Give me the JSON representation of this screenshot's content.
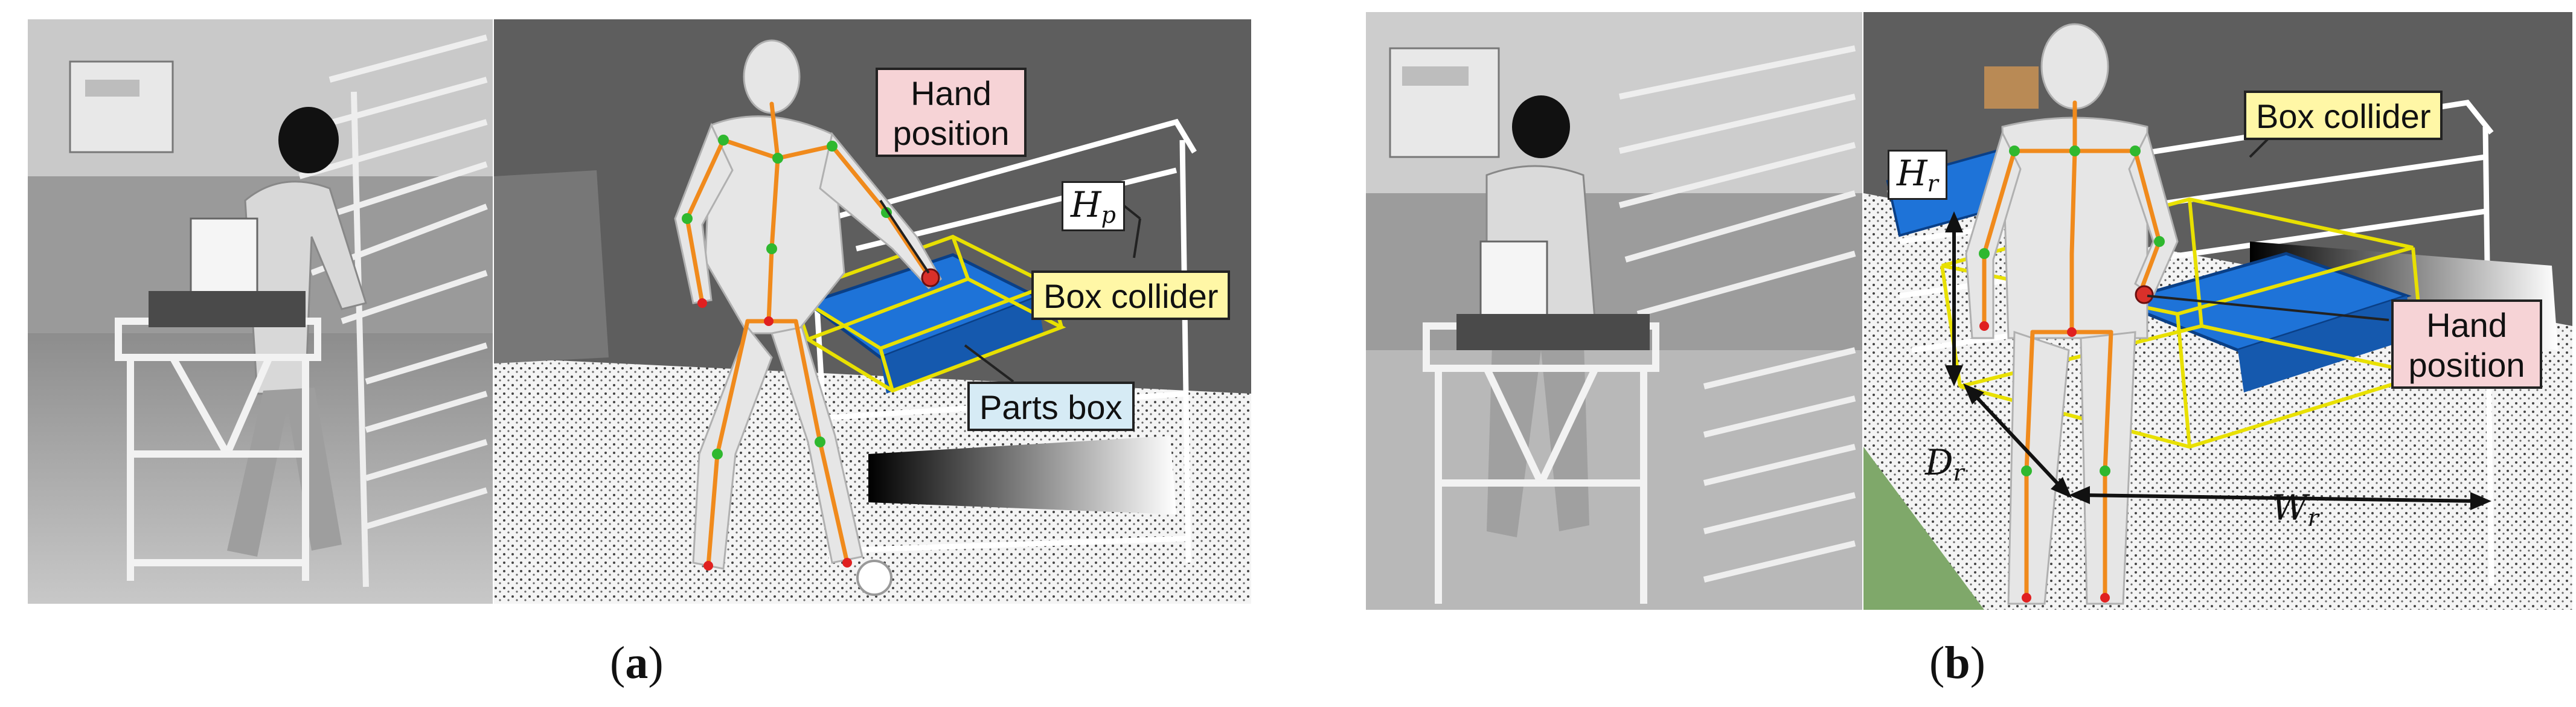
{
  "panel_a": {
    "caption_open": "(",
    "caption_letter": "a",
    "caption_close": ")",
    "labels": {
      "hand_position_line1": "Hand",
      "hand_position_line2": "position",
      "box_collider": "Box collider",
      "parts_box": "Parts box",
      "height_symbol": "H",
      "height_subscript": "p"
    }
  },
  "panel_b": {
    "caption_open": "(",
    "caption_letter": "b",
    "caption_close": ")",
    "labels": {
      "box_collider": "Box collider",
      "hand_position_line1": "Hand",
      "hand_position_line2": "position",
      "height_symbol": "H",
      "height_subscript": "r",
      "depth_symbol": "D",
      "depth_subscript": "r",
      "width_symbol": "W",
      "width_subscript": "r"
    }
  },
  "colors": {
    "callout_pink": "#f6d3d6",
    "callout_yellow": "#fff7a6",
    "callout_blue": "#d6ebf5",
    "collider_outline": "#e8e000",
    "skeleton": "#f08a1c",
    "parts_box": "#1e73d8",
    "hand_marker": "#d9302a",
    "pointcloud_bg": "#5e5e5e"
  }
}
